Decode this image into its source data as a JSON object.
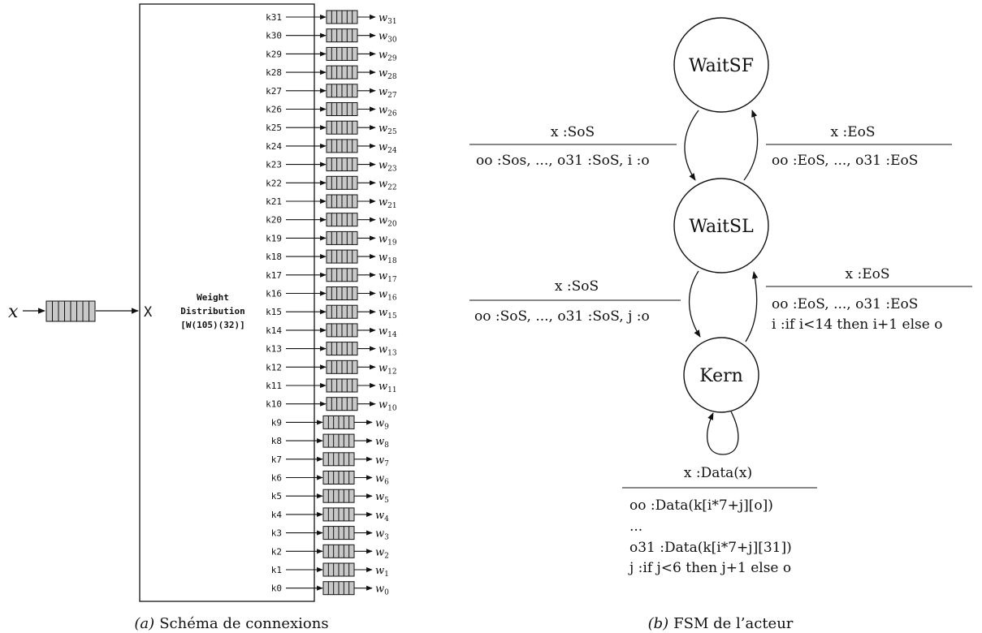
{
  "left_panel": {
    "input_label": "x",
    "actor_port_label": "X",
    "actor_name_lines": [
      "Weight",
      "Distribution",
      "[W(105)(32)]"
    ],
    "outputs": [
      {
        "port": "k31",
        "wsub": "31"
      },
      {
        "port": "k30",
        "wsub": "30"
      },
      {
        "port": "k29",
        "wsub": "29"
      },
      {
        "port": "k28",
        "wsub": "28"
      },
      {
        "port": "k27",
        "wsub": "27"
      },
      {
        "port": "k26",
        "wsub": "26"
      },
      {
        "port": "k25",
        "wsub": "25"
      },
      {
        "port": "k24",
        "wsub": "24"
      },
      {
        "port": "k23",
        "wsub": "23"
      },
      {
        "port": "k22",
        "wsub": "22"
      },
      {
        "port": "k21",
        "wsub": "21"
      },
      {
        "port": "k20",
        "wsub": "20"
      },
      {
        "port": "k19",
        "wsub": "19"
      },
      {
        "port": "k18",
        "wsub": "18"
      },
      {
        "port": "k17",
        "wsub": "17"
      },
      {
        "port": "k16",
        "wsub": "16"
      },
      {
        "port": "k15",
        "wsub": "15"
      },
      {
        "port": "k14",
        "wsub": "14"
      },
      {
        "port": "k13",
        "wsub": "13"
      },
      {
        "port": "k12",
        "wsub": "12"
      },
      {
        "port": "k11",
        "wsub": "11"
      },
      {
        "port": "k10",
        "wsub": "10"
      },
      {
        "port": "k9",
        "wsub": "9"
      },
      {
        "port": "k8",
        "wsub": "8"
      },
      {
        "port": "k7",
        "wsub": "7"
      },
      {
        "port": "k6",
        "wsub": "6"
      },
      {
        "port": "k5",
        "wsub": "5"
      },
      {
        "port": "k4",
        "wsub": "4"
      },
      {
        "port": "k3",
        "wsub": "3"
      },
      {
        "port": "k2",
        "wsub": "2"
      },
      {
        "port": "k1",
        "wsub": "1"
      },
      {
        "port": "k0",
        "wsub": "0"
      }
    ],
    "output_prefix": "w",
    "caption_tag": "(a)",
    "caption_text": "Schéma de connexions"
  },
  "right_panel": {
    "states": {
      "waitsf": "WaitSF",
      "waitsl": "WaitSL",
      "kern": "Kern"
    },
    "transitions": {
      "sf_to_sl": {
        "guard": "x :SoS",
        "actions": [
          "oo :Sos, ..., o31 :SoS, i :o"
        ]
      },
      "sl_to_sf": {
        "guard": "x :EoS",
        "actions": [
          "oo :EoS, ..., o31 :EoS"
        ]
      },
      "sl_to_kern": {
        "guard": "x :SoS",
        "actions": [
          "oo :SoS, ..., o31 :SoS, j :o"
        ]
      },
      "kern_to_sl": {
        "guard": "x :EoS",
        "actions": [
          "oo :EoS, ..., o31 :EoS",
          "i :if i<14 then i+1 else o"
        ]
      },
      "kern_self": {
        "guard": "x :Data(x)",
        "actions": [
          "oo :Data(k[i*7+j][o])",
          "...",
          "o31 :Data(k[i*7+j][31])",
          "j :if j<6 then j+1 else o"
        ]
      }
    },
    "caption_tag": "(b)",
    "caption_text": "FSM de l’acteur"
  },
  "colors": {
    "ink": "#111111",
    "fifo_fill": "#c8c8c8",
    "background": "#ffffff"
  }
}
